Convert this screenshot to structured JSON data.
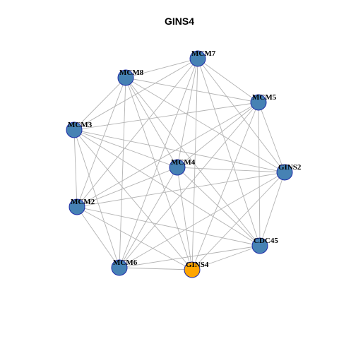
{
  "title": "GINS4",
  "colors": {
    "node_default": "#4682b4",
    "node_focus": "#ffa500",
    "node_border": "#1f2ca8",
    "edge": "#b3b3b3"
  },
  "nodes": [
    {
      "id": "MCM7",
      "label": "MCM7",
      "focus": false
    },
    {
      "id": "MCM8",
      "label": "MCM8",
      "focus": false
    },
    {
      "id": "MCM5",
      "label": "MCM5",
      "focus": false
    },
    {
      "id": "MCM3",
      "label": "MCM3",
      "focus": false
    },
    {
      "id": "MCM4",
      "label": "MCM4",
      "focus": false
    },
    {
      "id": "GINS2",
      "label": "GINS2",
      "focus": false
    },
    {
      "id": "MCM2",
      "label": "MCM2",
      "focus": false
    },
    {
      "id": "CDC45",
      "label": "CDC45",
      "focus": false
    },
    {
      "id": "MCM6",
      "label": "MCM6",
      "focus": false
    },
    {
      "id": "GINS4",
      "label": "GINS4",
      "focus": true
    }
  ],
  "edges": [
    [
      "MCM7",
      "MCM8"
    ],
    [
      "MCM7",
      "MCM5"
    ],
    [
      "MCM7",
      "MCM3"
    ],
    [
      "MCM7",
      "MCM4"
    ],
    [
      "MCM7",
      "GINS2"
    ],
    [
      "MCM7",
      "MCM2"
    ],
    [
      "MCM7",
      "CDC45"
    ],
    [
      "MCM7",
      "MCM6"
    ],
    [
      "MCM7",
      "GINS4"
    ],
    [
      "MCM8",
      "MCM5"
    ],
    [
      "MCM8",
      "MCM3"
    ],
    [
      "MCM8",
      "MCM4"
    ],
    [
      "MCM8",
      "GINS2"
    ],
    [
      "MCM8",
      "MCM2"
    ],
    [
      "MCM8",
      "CDC45"
    ],
    [
      "MCM8",
      "MCM6"
    ],
    [
      "MCM8",
      "GINS4"
    ],
    [
      "MCM5",
      "MCM3"
    ],
    [
      "MCM5",
      "MCM4"
    ],
    [
      "MCM5",
      "GINS2"
    ],
    [
      "MCM5",
      "MCM2"
    ],
    [
      "MCM5",
      "CDC45"
    ],
    [
      "MCM5",
      "MCM6"
    ],
    [
      "MCM5",
      "GINS4"
    ],
    [
      "MCM3",
      "MCM4"
    ],
    [
      "MCM3",
      "GINS2"
    ],
    [
      "MCM3",
      "MCM2"
    ],
    [
      "MCM3",
      "CDC45"
    ],
    [
      "MCM3",
      "MCM6"
    ],
    [
      "MCM3",
      "GINS4"
    ],
    [
      "MCM4",
      "GINS2"
    ],
    [
      "MCM4",
      "MCM2"
    ],
    [
      "MCM4",
      "CDC45"
    ],
    [
      "MCM4",
      "MCM6"
    ],
    [
      "MCM4",
      "GINS4"
    ],
    [
      "GINS2",
      "MCM2"
    ],
    [
      "GINS2",
      "CDC45"
    ],
    [
      "GINS2",
      "MCM6"
    ],
    [
      "GINS2",
      "GINS4"
    ],
    [
      "MCM2",
      "CDC45"
    ],
    [
      "MCM2",
      "MCM6"
    ],
    [
      "MCM2",
      "GINS4"
    ],
    [
      "CDC45",
      "MCM6"
    ],
    [
      "CDC45",
      "GINS4"
    ],
    [
      "MCM6",
      "GINS4"
    ]
  ]
}
